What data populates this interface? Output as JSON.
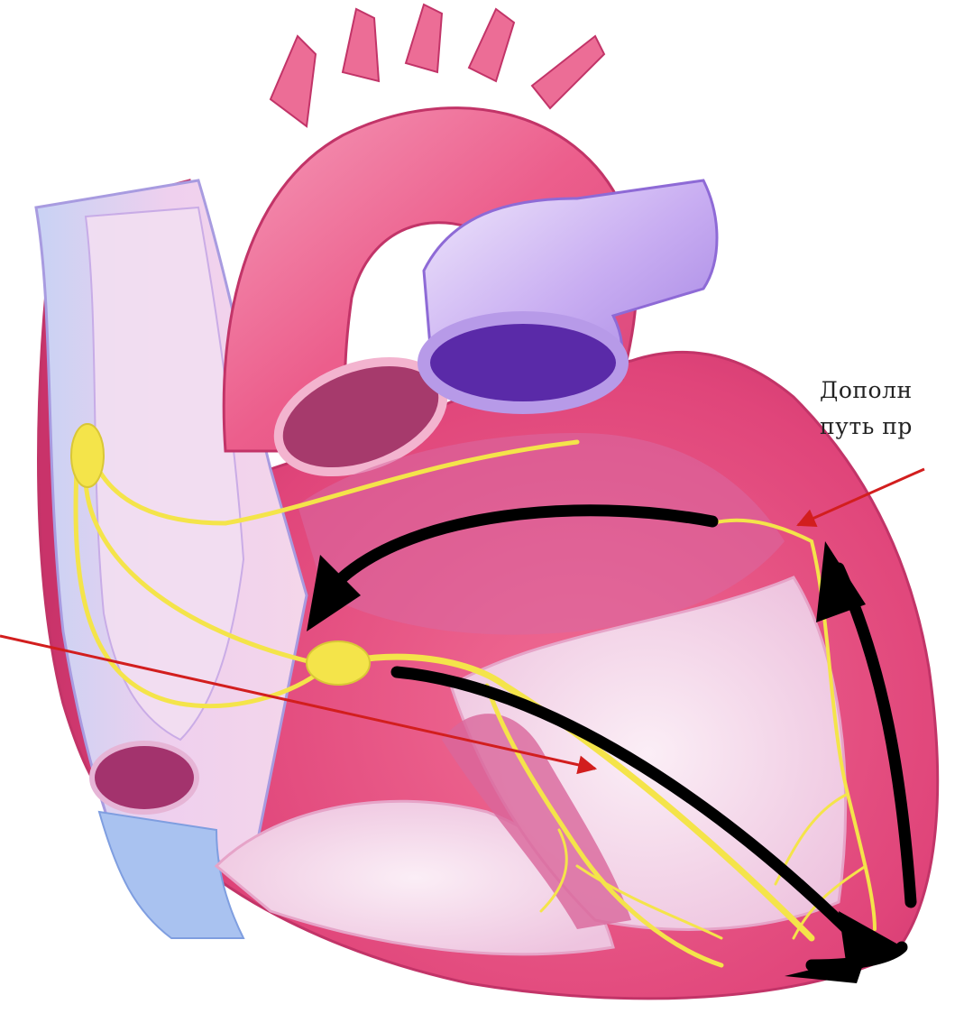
{
  "annotation": {
    "line1": "Дополн",
    "line2": "путь пр"
  },
  "colors": {
    "myocardium": "#e0457a",
    "aorta": "#f07aa0",
    "atrium_wall": "#e8c2ee",
    "chamber_interior": "#f6dcec",
    "vena_cava": "#b48ae8",
    "conduction_system": "#f4e44a",
    "impulse_arrows": "#000000",
    "pointer_lines": "#d21e1e"
  },
  "icons": [
    "sinoatrial-node",
    "atrioventricular-node",
    "his-bundle",
    "purkinje-fibers",
    "accessory-pathway"
  ]
}
